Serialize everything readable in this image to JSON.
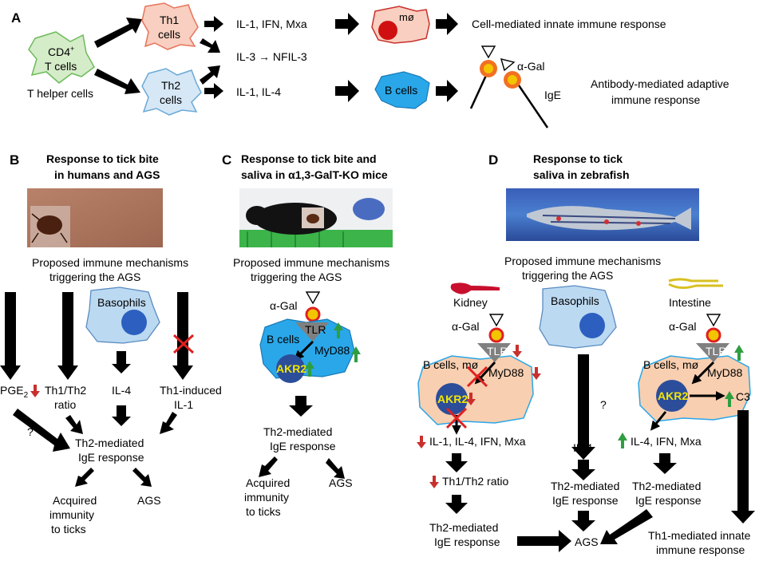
{
  "panel_a": {
    "letter": "A",
    "cd4_line1": "CD4",
    "cd4_sup": "+",
    "cd4_line2": "T cells",
    "helper_label": "T helper cells",
    "th1_line1": "Th1",
    "th1_line2": "cells",
    "th2_line1": "Th2",
    "th2_line2": "cells",
    "th1_cytokines": "IL-1, IFN, Mxa",
    "il3_nfil3": "IL-3 → NFIL-3",
    "th2_cytokines": "IL-1, IL-4",
    "macrophage": "mø",
    "bcells": "B cells",
    "innate_response": "Cell-mediated innate immune response",
    "alpha_gal": "α-Gal",
    "ige": "IgE",
    "adaptive_line1": "Antibody-mediated adaptive",
    "adaptive_line2": "immune response"
  },
  "panel_b": {
    "letter": "B",
    "title_line1": "Response to tick bite",
    "title_line2": "in humans and AGS",
    "mech_line1": "Proposed immune mechanisms",
    "mech_line2": "triggering the AGS",
    "basophils": "Basophils",
    "pge2": "PGE",
    "pge2_sub": "2",
    "th1th2": "Th1/Th2",
    "ratio": "ratio",
    "il4": "IL-4",
    "th1_induced": "Th1-induced",
    "il1": "IL-1",
    "question": "?",
    "th2_mediated": "Th2-mediated",
    "ige_response": "IgE response",
    "acquired": "Acquired",
    "immunity": "immunity",
    "to_ticks": "to ticks",
    "ags": "AGS"
  },
  "panel_c": {
    "letter": "C",
    "title_line1": "Response to tick bite and",
    "title_line2": "saliva in α1,3-GalT-KO mice",
    "mech_line1": "Proposed immune mechanisms",
    "mech_line2": "triggering the AGS",
    "alpha_gal": "α-Gal",
    "tlr": "TLR",
    "bcells": "B cells",
    "myd88": "MyD88",
    "akr2": "AKR2",
    "th2_mediated": "Th2-mediated",
    "ige_response": "IgE response",
    "acquired": "Acquired",
    "immunity": "immunity",
    "to_ticks": "to ticks",
    "ags": "AGS"
  },
  "panel_d": {
    "letter": "D",
    "title_line1": "Response to tick",
    "title_line2": "saliva in zebrafish",
    "mech_line1": "Proposed immune mechanisms",
    "mech_line2": "triggering the AGS",
    "kidney": "Kidney",
    "intestine": "Intestine",
    "basophils": "Basophils",
    "alpha_gal": "α-Gal",
    "tlr": "TLR",
    "bcells_mo": "B cells, mø",
    "myd88": "MyD88",
    "akr2": "AKR2",
    "c3": "C3",
    "kidney_cytokines": "IL-1, IL-4, IFN, Mxa",
    "th1th2_ratio": "Th1/Th2 ratio",
    "question": "?",
    "il4": "IL-4",
    "intestine_cytokines": "IL-4, IFN, Mxa",
    "th2_mediated": "Th2-mediated",
    "ige_response": "IgE response",
    "th1_innate_line1": "Th1-mediated innate",
    "th1_innate_line2": "immune response",
    "ags": "AGS"
  },
  "colors": {
    "th1_fill": "#f8cfc0",
    "th1_stroke": "#e8735a",
    "cd4_fill": "#d5ecc9",
    "cd4_stroke": "#6dbb5a",
    "th2_fill": "#d6e7f6",
    "th2_stroke": "#6aaad8",
    "bcell_blue": "#29a7e9",
    "akr2_navy": "#2c4d9a",
    "akr2_text": "#f3e600",
    "down_red": "#c9302c",
    "up_green": "#2e9e41",
    "tlr_grey": "#808080",
    "galtag_yellow": "#f2c500"
  }
}
